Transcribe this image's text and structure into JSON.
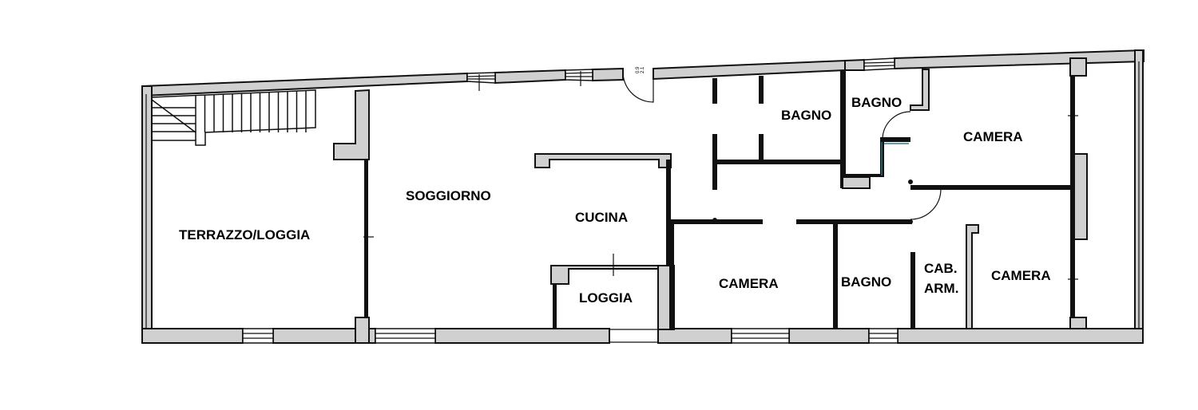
{
  "rooms": {
    "terrazzo": "TERRAZZO/LOGGIA",
    "soggiorno": "SOGGIORNO",
    "cucina": "CUCINA",
    "loggia": "LOGGIA",
    "bagno_top_left": "BAGNO",
    "bagno_top_right": "BAGNO",
    "camera_top_right": "CAMERA",
    "camera_middle": "CAMERA",
    "bagno_bottom": "BAGNO",
    "cab_arm_line1": "CAB.",
    "cab_arm_line2": "ARM.",
    "camera_bottom_right": "CAMERA"
  },
  "annotations": {
    "door_size_1": "0.9",
    "door_size_2": "2.1"
  },
  "colors": {
    "wall_fill": "#d0d0d0",
    "line": "#111111",
    "accent_door": "#2a7f8f"
  }
}
